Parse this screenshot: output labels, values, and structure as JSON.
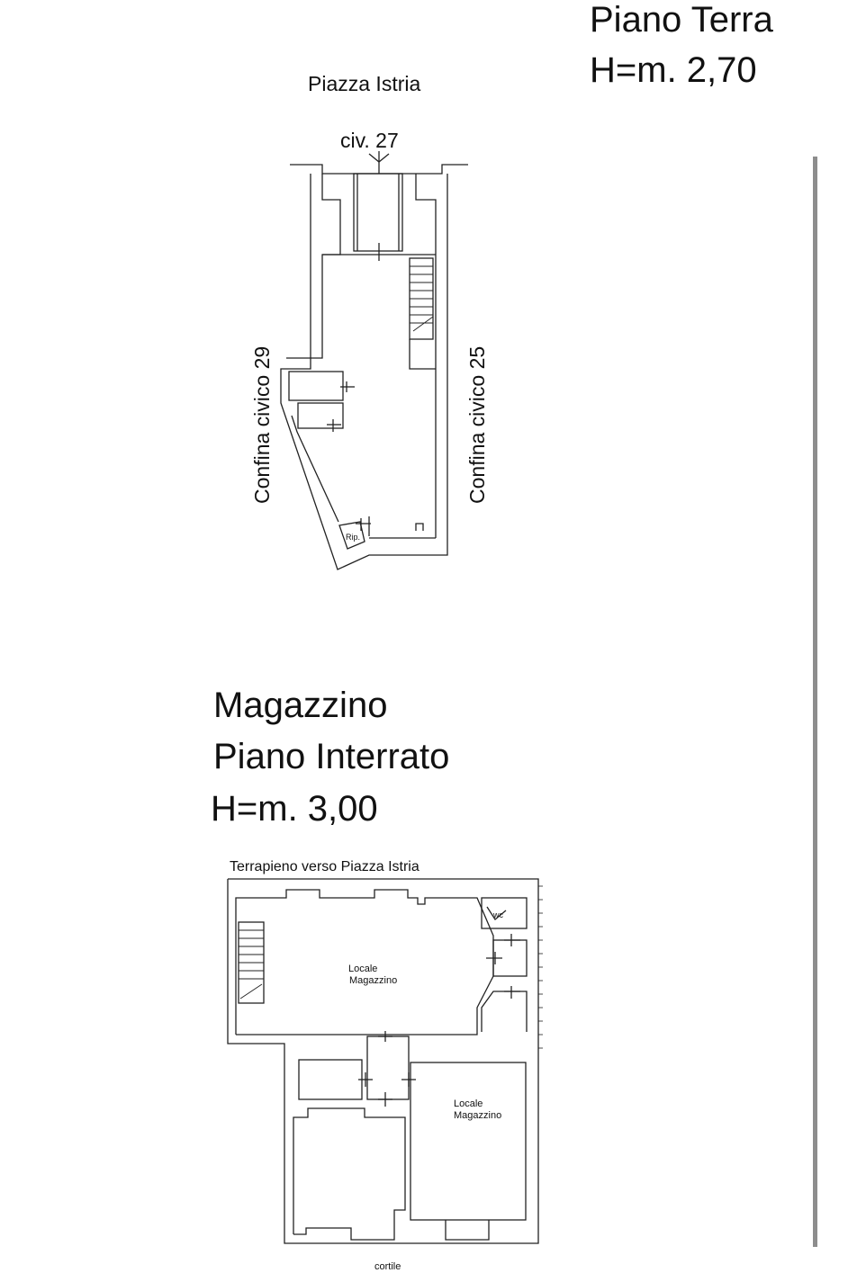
{
  "ground_floor": {
    "title_line1": "Piano Terra",
    "title_line2": "H=m. 2,70",
    "street_label": "Piazza Istria",
    "entrance_label": "civ. 27",
    "left_boundary": "Confina civico 29",
    "right_boundary": "Confina civico 25",
    "closet_label": "Rip."
  },
  "basement": {
    "title_line1": "Magazzino",
    "title_line2": "Piano Interrato",
    "title_line3": "H=m. 3,00",
    "top_label": "Terrapieno verso Piazza Istria",
    "room1_line1": "Locale",
    "room1_line2": "Magazzino",
    "room2_line1": "Locale",
    "room2_line2": "Magazzino",
    "wc_label": "wc",
    "bottom_label": "cortile"
  }
}
